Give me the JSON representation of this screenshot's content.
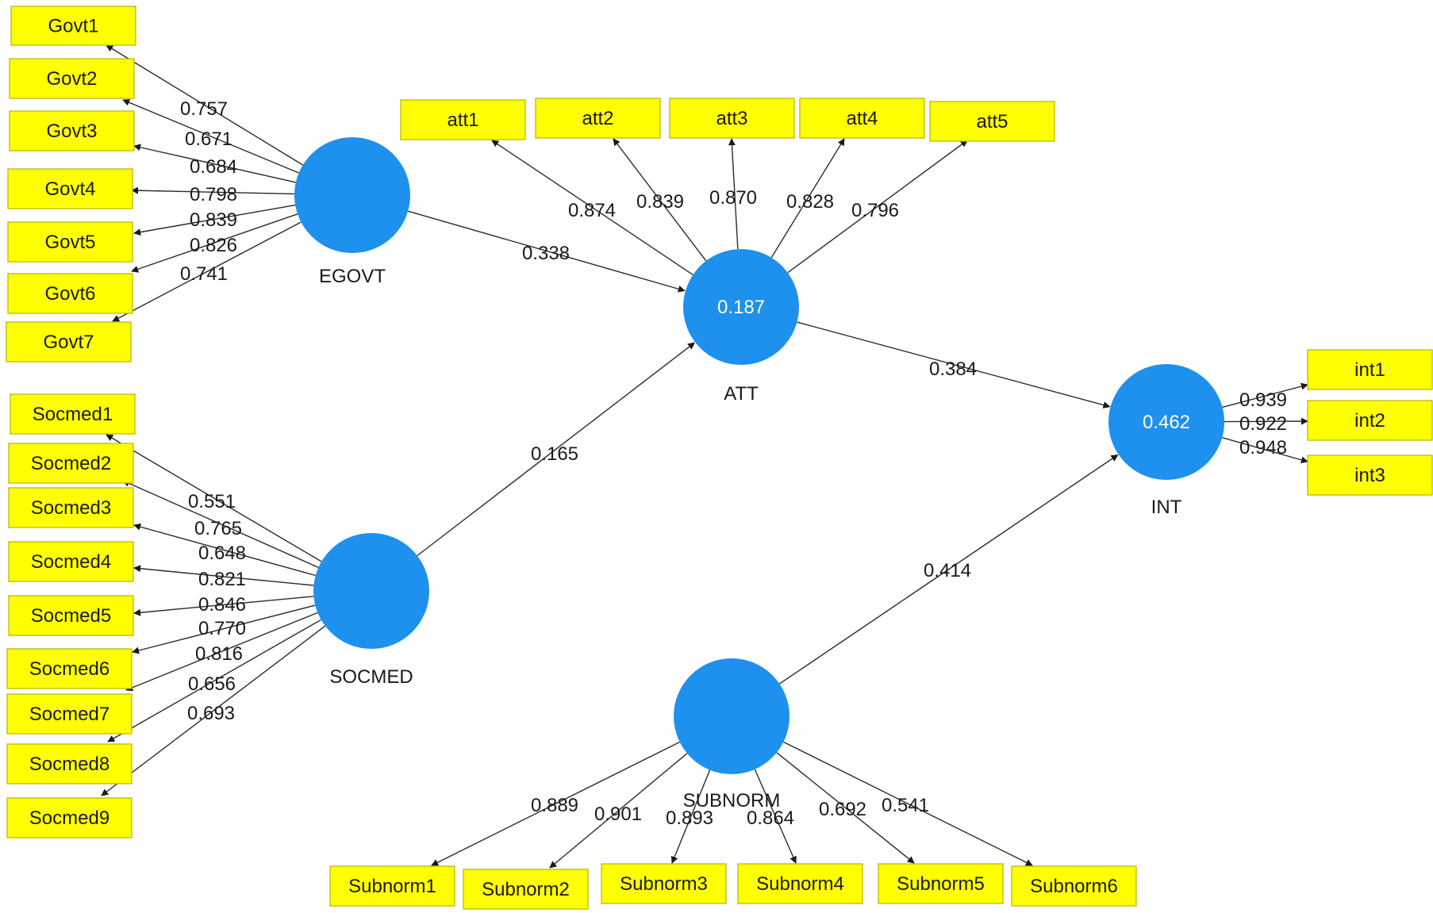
{
  "latents": [
    {
      "id": "EGOVT",
      "name": "EGOVT",
      "r2": ""
    },
    {
      "id": "SOCMED",
      "name": "SOCMED",
      "r2": ""
    },
    {
      "id": "ATT",
      "name": "ATT",
      "r2": "0.187"
    },
    {
      "id": "INT",
      "name": "INT",
      "r2": "0.462"
    },
    {
      "id": "SUBNORM",
      "name": "SUBNORM",
      "r2": ""
    }
  ],
  "indicators": [
    {
      "id": "Govt1",
      "label": "Govt1",
      "latent": "EGOVT",
      "loading": "0.757"
    },
    {
      "id": "Govt2",
      "label": "Govt2",
      "latent": "EGOVT",
      "loading": "0.671"
    },
    {
      "id": "Govt3",
      "label": "Govt3",
      "latent": "EGOVT",
      "loading": "0.684"
    },
    {
      "id": "Govt4",
      "label": "Govt4",
      "latent": "EGOVT",
      "loading": "0.798"
    },
    {
      "id": "Govt5",
      "label": "Govt5",
      "latent": "EGOVT",
      "loading": "0.839"
    },
    {
      "id": "Govt6",
      "label": "Govt6",
      "latent": "EGOVT",
      "loading": "0.826"
    },
    {
      "id": "Govt7",
      "label": "Govt7",
      "latent": "EGOVT",
      "loading": "0.741"
    },
    {
      "id": "Socmed1",
      "label": "Socmed1",
      "latent": "SOCMED",
      "loading": "0.551"
    },
    {
      "id": "Socmed2",
      "label": "Socmed2",
      "latent": "SOCMED",
      "loading": "0.765"
    },
    {
      "id": "Socmed3",
      "label": "Socmed3",
      "latent": "SOCMED",
      "loading": "0.648"
    },
    {
      "id": "Socmed4",
      "label": "Socmed4",
      "latent": "SOCMED",
      "loading": "0.821"
    },
    {
      "id": "Socmed5",
      "label": "Socmed5",
      "latent": "SOCMED",
      "loading": "0.846"
    },
    {
      "id": "Socmed6",
      "label": "Socmed6",
      "latent": "SOCMED",
      "loading": "0.770"
    },
    {
      "id": "Socmed7",
      "label": "Socmed7",
      "latent": "SOCMED",
      "loading": "0.816"
    },
    {
      "id": "Socmed8",
      "label": "Socmed8",
      "latent": "SOCMED",
      "loading": "0.656"
    },
    {
      "id": "Socmed9",
      "label": "Socmed9",
      "latent": "SOCMED",
      "loading": "0.693"
    },
    {
      "id": "att1",
      "label": "att1",
      "latent": "ATT",
      "loading": "0.874"
    },
    {
      "id": "att2",
      "label": "att2",
      "latent": "ATT",
      "loading": "0.839"
    },
    {
      "id": "att3",
      "label": "att3",
      "latent": "ATT",
      "loading": "0.870"
    },
    {
      "id": "att4",
      "label": "att4",
      "latent": "ATT",
      "loading": "0.828"
    },
    {
      "id": "att5",
      "label": "att5",
      "latent": "ATT",
      "loading": "0.796"
    },
    {
      "id": "int1",
      "label": "int1",
      "latent": "INT",
      "loading": "0.939"
    },
    {
      "id": "int2",
      "label": "int2",
      "latent": "INT",
      "loading": "0.922"
    },
    {
      "id": "int3",
      "label": "int3",
      "latent": "INT",
      "loading": "0.948"
    },
    {
      "id": "Subnorm1",
      "label": "Subnorm1",
      "latent": "SUBNORM",
      "loading": "0.889"
    },
    {
      "id": "Subnorm2",
      "label": "Subnorm2",
      "latent": "SUBNORM",
      "loading": "0.901"
    },
    {
      "id": "Subnorm3",
      "label": "Subnorm3",
      "latent": "SUBNORM",
      "loading": "0.893"
    },
    {
      "id": "Subnorm4",
      "label": "Subnorm4",
      "latent": "SUBNORM",
      "loading": "0.864"
    },
    {
      "id": "Subnorm5",
      "label": "Subnorm5",
      "latent": "SUBNORM",
      "loading": "0.692"
    },
    {
      "id": "Subnorm6",
      "label": "Subnorm6",
      "latent": "SUBNORM",
      "loading": "0.541"
    }
  ],
  "paths": [
    {
      "from": "EGOVT",
      "to": "ATT",
      "coef": "0.338"
    },
    {
      "from": "SOCMED",
      "to": "ATT",
      "coef": "0.165"
    },
    {
      "from": "ATT",
      "to": "INT",
      "coef": "0.384"
    },
    {
      "from": "SUBNORM",
      "to": "INT",
      "coef": "0.414"
    }
  ],
  "colors": {
    "latent_fill": "#1e90ee",
    "indicator_fill": "#ffff00",
    "edge": "#2b2b2b"
  }
}
